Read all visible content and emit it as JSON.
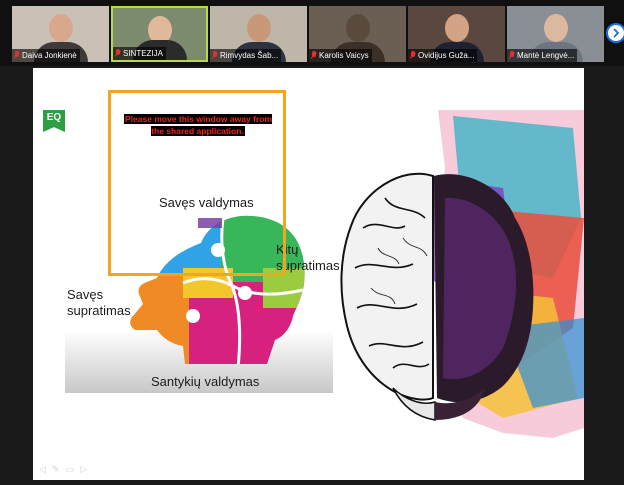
{
  "participants": [
    {
      "name": "Daiva Jonkienė",
      "bg": "#c9c0b6",
      "head": "#d7a88e",
      "body": "#3f3a3a"
    },
    {
      "name": "SINTEZIJA",
      "bg": "#7c8a6e",
      "head": "#e0b89a",
      "body": "#2b2b2b"
    },
    {
      "name": "Rimvydas Šab...",
      "bg": "#bfb6aa",
      "head": "#c99878",
      "body": "#2d3340"
    },
    {
      "name": "Karolis Vaicys",
      "bg": "#6b5e52",
      "head": "#5a4a3d",
      "body": "#3a3028"
    },
    {
      "name": "Ovidijus Guža...",
      "bg": "#5a4740",
      "head": "#d4a385",
      "body": "#1f2030"
    },
    {
      "name": "Mantė Lengvė...",
      "bg": "#8a8f96",
      "head": "#dcb8a0",
      "body": "#6c7580"
    }
  ],
  "active_speaker_index": 1,
  "slide": {
    "badge": "EQ",
    "warning": "Please move this window away from the shared application.",
    "labels": {
      "top": "Savęs valdymas",
      "right_line1": "Kitų",
      "right_line2": "supratimas",
      "left_line1": "Savęs",
      "left_line2": "supratimas",
      "bottom": "Santykių valdymas"
    },
    "toolbar_icons": [
      "pointer-icon",
      "pen-icon",
      "slides-icon",
      "more-icon"
    ]
  },
  "colors": {
    "accent_frame": "#f2a61f",
    "active_tile": "#b8d84a",
    "muted_mic": "#e03030",
    "nav_button": "#1f6fd8"
  }
}
